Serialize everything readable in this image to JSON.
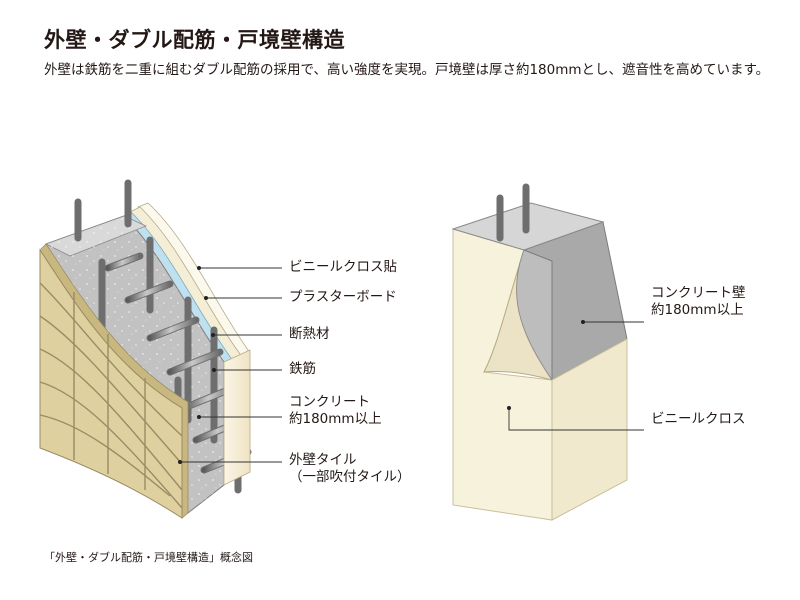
{
  "title": "外壁・ダブル配筋・戸境壁構造",
  "description": "外壁は鉄筋を二重に組むダブル配筋の採用で、高い強度を実現。戸境壁は厚さ約180mmとし、遮音性を高めています。",
  "left_labels": {
    "vinyl_cloth": "ビニールクロス貼",
    "plaster_board": "プラスターボード",
    "insulation": "断熱材",
    "rebar": "鉄筋",
    "concrete_line1": "コンクリート",
    "concrete_line2": "約180mm以上",
    "tile_line1": "外壁タイル",
    "tile_line2": "（一部吹付タイル）"
  },
  "right_labels": {
    "wall_line1": "コンクリート壁",
    "wall_line2": "約180mm以上",
    "cloth": "ビニールクロス"
  },
  "caption": "「外壁・ダブル配筋・戸境壁構造」概念図",
  "colors": {
    "tile": "#dfd0a0",
    "tile_grout": "#9a8c64",
    "concrete": "#c2c2c2",
    "concrete_dark": "#8f8f8f",
    "plaster": "#f5eed6",
    "insulation": "#bfe0ef",
    "rebar": "#8a8a8a",
    "leader": "#333333"
  }
}
